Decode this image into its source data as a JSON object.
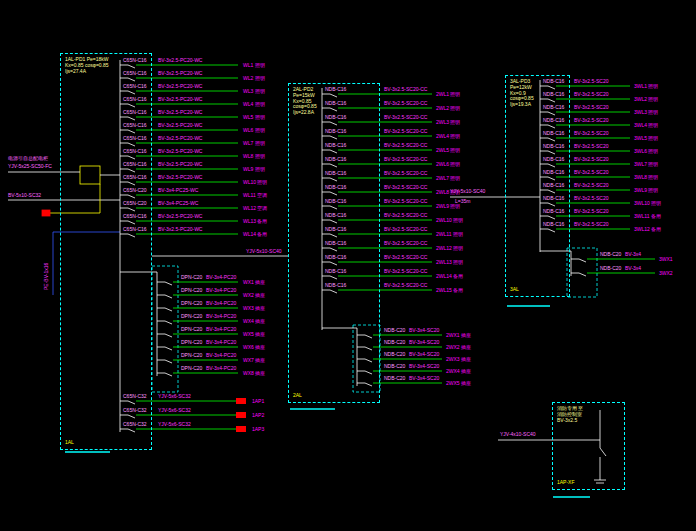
{
  "diagram": {
    "nodes": [
      {
        "text": [
          "1AL-PD1 Pe=18kW Kx=0.85 cosφ=0.85 Ijs=27.4A",
          "1AL"
        ]
      },
      {
        "text": [
          "2AL-PD2 Pe=15kW Kx=0.85 cosφ=0.85 Ijs=22.8A",
          "2AL"
        ]
      },
      {
        "text": [
          "3AL-PD3 Pe=12kW Kx=0.9 cosφ=0.85 Ijs=19.3A",
          "3AL"
        ]
      },
      {
        "text": [
          "消防专用 至消防控制室 BV-3x2.5",
          "1AP-XF"
        ]
      }
    ],
    "edges": [
      {
        "from": 0,
        "to": 1,
        "arrow": "none",
        "label": "YJV-5x10-SC40"
      }
    ],
    "labels": [
      "C65N-C16",
      "BV-3x2.5-PC20-WC",
      "WL1 照明",
      "C65N-C16",
      "BV-3x2.5-PC20-WC",
      "WL2 照明",
      "C65N-C16",
      "BV-3x2.5-PC20-WC",
      "WL3 照明",
      "C65N-C16",
      "BV-3x2.5-PC20-WC",
      "WL4 照明",
      "C65N-C16",
      "BV-3x2.5-PC20-WC",
      "WL5 照明",
      "C65N-C16",
      "BV-3x2.5-PC20-WC",
      "WL6 照明",
      "C65N-C16",
      "BV-3x2.5-PC20-WC",
      "WL7 照明",
      "C65N-C16",
      "BV-3x2.5-PC20-WC",
      "WL8 照明",
      "C65N-C16",
      "BV-3x2.5-PC20-WC",
      "WL9 照明",
      "C65N-C16",
      "BV-3x2.5-PC20-WC",
      "WL10 照明",
      "C65N-C20",
      "BV-3x4-PC25-WC",
      "WL11 空调",
      "C65N-C20",
      "BV-3x4-PC25-WC",
      "WL12 空调",
      "C65N-C16",
      "BV-3x2.5-PC20-WC",
      "WL13 备用",
      "C65N-C16",
      "BV-3x2.5-PC20-WC",
      "WL14 备用",
      "DPN-C20",
      "BV-3x4-PC20",
      "WX1 插座",
      "DPN-C20",
      "BV-3x4-PC20",
      "WX2 插座",
      "DPN-C20",
      "BV-3x4-PC20",
      "WX3 插座",
      "DPN-C20",
      "BV-3x4-PC20",
      "WX4 插座",
      "DPN-C20",
      "BV-3x4-PC20",
      "WX5 插座",
      "DPN-C20",
      "BV-3x4-PC20",
      "WX6 插座",
      "DPN-C20",
      "BV-3x4-PC20",
      "WX7 插座",
      "DPN-C20",
      "BV-3x4-PC20",
      "WX8 插座",
      "C65N-C32",
      "YJV-5x6-SC32",
      "1AP1",
      "C65N-C32",
      "YJV-5x6-SC32",
      "1AP2",
      "C65N-C32",
      "YJV-5x6-SC32",
      "1AP3",
      "NDB-C16",
      "BV-3x2.5-SC20-CC",
      "2WL1 照明",
      "NDB-C16",
      "BV-3x2.5-SC20-CC",
      "2WL2 照明",
      "NDB-C16",
      "BV-3x2.5-SC20-CC",
      "2WL3 照明",
      "NDB-C16",
      "BV-3x2.5-SC20-CC",
      "2WL4 照明",
      "NDB-C16",
      "BV-3x2.5-SC20-CC",
      "2WL5 照明",
      "NDB-C16",
      "BV-3x2.5-SC20-CC",
      "2WL6 照明",
      "NDB-C16",
      "BV-3x2.5-SC20-CC",
      "2WL7 照明",
      "NDB-C16",
      "BV-3x2.5-SC20-CC",
      "2WL8 照明",
      "NDB-C16",
      "BV-3x2.5-SC20-CC",
      "2WL9 照明",
      "NDB-C16",
      "BV-3x2.5-SC20-CC",
      "2WL10 照明",
      "NDB-C16",
      "BV-3x2.5-SC20-CC",
      "2WL11 照明",
      "NDB-C16",
      "BV-3x2.5-SC20-CC",
      "2WL12 照明",
      "NDB-C16",
      "BV-3x2.5-SC20-CC",
      "2WL13 照明",
      "NDB-C16",
      "BV-3x2.5-SC20-CC",
      "2WL14 备用",
      "NDB-C16",
      "BV-3x2.5-SC20-CC",
      "2WL15 备用",
      "NDB-C20",
      "BV-3x4-SC20",
      "2WX1 插座",
      "NDB-C20",
      "BV-3x4-SC20",
      "2WX2 插座",
      "NDB-C20",
      "BV-3x4-SC20",
      "2WX3 插座",
      "NDB-C20",
      "BV-3x4-SC20",
      "2WX4 插座",
      "NDB-C20",
      "BV-3x4-SC20",
      "2WX5 插座",
      "NDB-C16",
      "BV-3x2.5-SC20",
      "3WL1 照明",
      "NDB-C16",
      "BV-3x2.5-SC20",
      "3WL2 照明",
      "NDB-C16",
      "BV-3x2.5-SC20",
      "3WL3 照明",
      "NDB-C16",
      "BV-3x2.5-SC20",
      "3WL4 照明",
      "NDB-C16",
      "BV-3x2.5-SC20",
      "3WL5 照明",
      "NDB-C16",
      "BV-3x2.5-SC20",
      "3WL6 照明",
      "NDB-C16",
      "BV-3x2.5-SC20",
      "3WL7 照明",
      "NDB-C16",
      "BV-3x2.5-SC20",
      "3WL8 照明",
      "NDB-C16",
      "BV-3x2.5-SC20",
      "3WL9 照明",
      "NDB-C16",
      "BV-3x2.5-SC20",
      "3WL10 照明",
      "NDB-C16",
      "BV-3x2.5-SC20",
      "3WL11 备用",
      "NDB-C16",
      "BV-3x2.5-SC20",
      "3WL12 备用",
      "NDB-C20",
      "BV-3x4",
      "3WX1",
      "NDB-C20",
      "BV-3x4",
      "3WX2",
      "电源引自总配电柜",
      "YJV-5x25-SC50-FC",
      "BV-5x10-SC32",
      "YJY-5x10-SC40",
      "L=35m",
      "YJV-4x10-SC40",
      "PE-BV-1x16"
    ]
  }
}
